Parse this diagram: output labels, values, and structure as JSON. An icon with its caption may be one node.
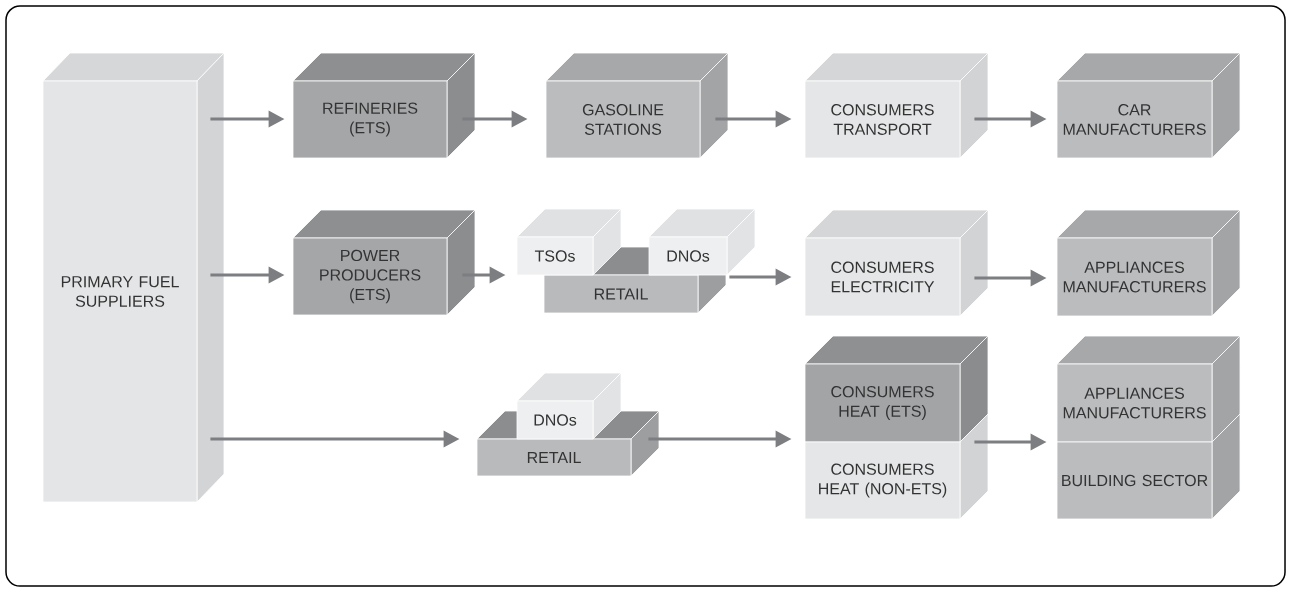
{
  "diagram": {
    "nodes": [
      {
        "text": [
          "PRIMARY FUEL SUPPLIERS"
        ]
      },
      {
        "text": [
          "REFINERIES (ETS)"
        ]
      },
      {
        "text": [
          "GASOLINE STATIONS"
        ]
      },
      {
        "text": [
          "CONSUMERS TRANSPORT"
        ]
      },
      {
        "text": [
          "CAR MANUFACTURERS"
        ]
      },
      {
        "text": [
          "POWER PRODUCERS (ETS)"
        ]
      },
      {
        "text": [
          "TSOs"
        ]
      },
      {
        "text": [
          "DNOs"
        ]
      },
      {
        "text": [
          "RETAIL"
        ]
      },
      {
        "text": [
          "CONSUMERS ELECTRICITY"
        ]
      },
      {
        "text": [
          "APPLIANCES MANUFACTURERS"
        ]
      },
      {
        "text": [
          "DNOs"
        ]
      },
      {
        "text": [
          "RETAIL"
        ]
      },
      {
        "text": [
          "CONSUMERS HEAT (ETS)"
        ]
      },
      {
        "text": [
          "CONSUMERS HEAT (NON-ETS)"
        ]
      },
      {
        "text": [
          "APPLIANCES MANUFACTURERS"
        ]
      },
      {
        "text": [
          "BUILDING SECTOR"
        ]
      }
    ],
    "edges": [
      {
        "from": 0,
        "to": 1,
        "arrow": "to"
      },
      {
        "from": 1,
        "to": 2,
        "arrow": "to"
      },
      {
        "from": 2,
        "to": 3,
        "arrow": "to"
      },
      {
        "from": 3,
        "to": 4,
        "arrow": "to"
      },
      {
        "from": 0,
        "to": 5,
        "arrow": "to"
      },
      {
        "from": 5,
        "to": 6,
        "arrow": "to"
      },
      {
        "from": 7,
        "to": 9,
        "arrow": "to"
      },
      {
        "from": 9,
        "to": 10,
        "arrow": "to"
      },
      {
        "from": 0,
        "to": 12,
        "arrow": "to"
      },
      {
        "from": 12,
        "to": 13,
        "arrow": "to"
      },
      {
        "from": 13,
        "to": 15,
        "arrow": "to"
      }
    ]
  }
}
